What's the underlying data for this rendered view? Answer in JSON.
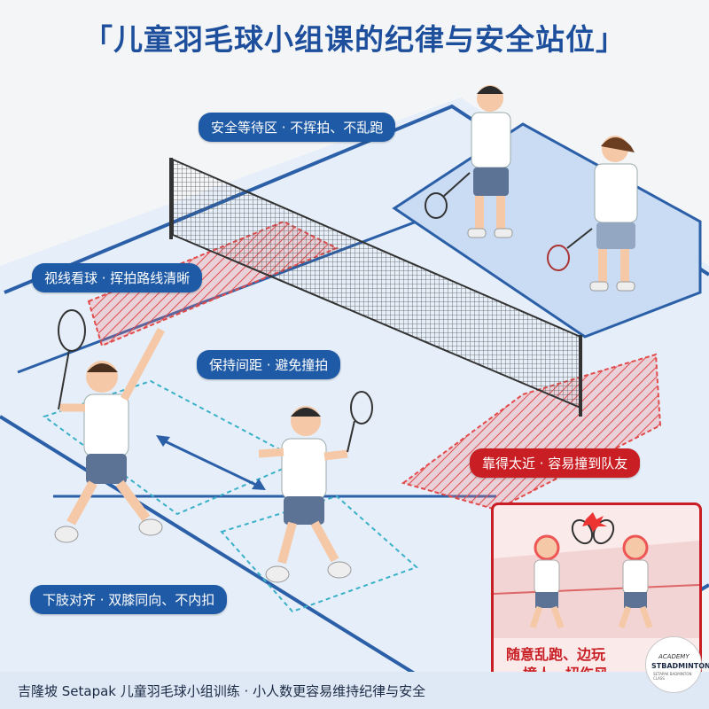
{
  "title": "「儿童羽毛球小组课的纪律与安全站位」",
  "callouts": {
    "waiting": "安全等待区 · 不挥拍、不乱跑",
    "watch": "视线看球 · 挥拍路线清晰",
    "distance": "保持间距 · 避免撞拍",
    "too_close": "靠得太近 · 容易撞到队友",
    "alignment": "下肢对齐 · 双膝同向、不内扣"
  },
  "warning": {
    "line1": "随意乱跑、边玩",
    "line2": "= 撞人、扭伤风"
  },
  "footer": "吉隆坡 Setapak 儿童羽毛球小组训练 · 小人数更容易维持纪律与安全",
  "logo": {
    "line1": "ACADEMY",
    "line2": "STBADMINTON",
    "line3": "SETAPAK BADMINTON CLASS"
  },
  "colors": {
    "primary": "#1f5aa6",
    "danger": "#c81e24",
    "court": "#e3eef9",
    "line": "#2b5fa8"
  }
}
